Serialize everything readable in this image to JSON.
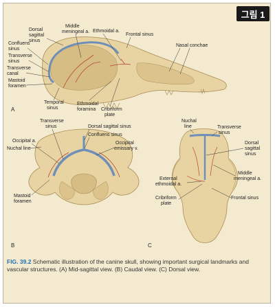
{
  "tag": "그림 1",
  "panels": {
    "a": "A",
    "b": "B",
    "c": "C"
  },
  "labels_a": {
    "dorsal_sagittal_sinus": [
      "Dorsal",
      "sagittal",
      "sinus"
    ],
    "middle_meningeal": [
      "Middle",
      "meningeal a."
    ],
    "ethmoidal_a": "Ethmoidal a.",
    "frontal_sinus": "Frontal sinus",
    "confluens_sinus": [
      "Confluens",
      "sinus"
    ],
    "transverse_sinus": [
      "Transverse",
      "sinus"
    ],
    "transverse_canal": [
      "Transverse",
      "canal"
    ],
    "mastoid_foramen": [
      "Mastoid",
      "foramen"
    ],
    "nasal_conchae": "Nasal conchae",
    "temporal_sinus": [
      "Temporal",
      "sinus"
    ],
    "ethmoidal_foramina": [
      "Ethmoidal",
      "foramina"
    ],
    "cribriform_plate": [
      "Cribriform",
      "plate"
    ]
  },
  "labels_b": {
    "transverse_sinus": [
      "Transverse",
      "sinus"
    ],
    "dorsal_sagittal_sinus": "Dorsal sagittal sinus",
    "confluens_sinus": "Confluens sinus",
    "occipital_a": "Occipital a.",
    "nuchal_line": "Nuchal line",
    "occipital_emissary": [
      "Occipital",
      "emissary v."
    ],
    "mastoid_foramen": [
      "Mastoid",
      "foramen"
    ]
  },
  "labels_c": {
    "nuchal_line": [
      "Nuchal",
      "line"
    ],
    "transverse_sinus": [
      "Transverse",
      "sinus"
    ],
    "dorsal_sagittal_sinus": [
      "Dorsal",
      "sagittal",
      "sinus"
    ],
    "middle_meningeal": [
      "Middle",
      "meningeal a."
    ],
    "external_ethmoidal": [
      "External",
      "ethmoidal a."
    ],
    "cribriform_plate": [
      "Cribriform",
      "plate"
    ],
    "frontal_sinus": "Frontal sinus"
  },
  "caption": {
    "fig": "FIG. 39.2",
    "text": " Schematic illustration of the canine skull, showing important surgical landmarks and vascular structures. (A) Mid-sagittal view. (B) Caudal view. (C) Dorsal view."
  },
  "colors": {
    "bone": "#e8d4a2",
    "bone_shade": "#d6bd84",
    "sinus_blue": "#6f8fb8",
    "artery_red": "#b5473a",
    "frame_bg": "#f4ead0"
  }
}
